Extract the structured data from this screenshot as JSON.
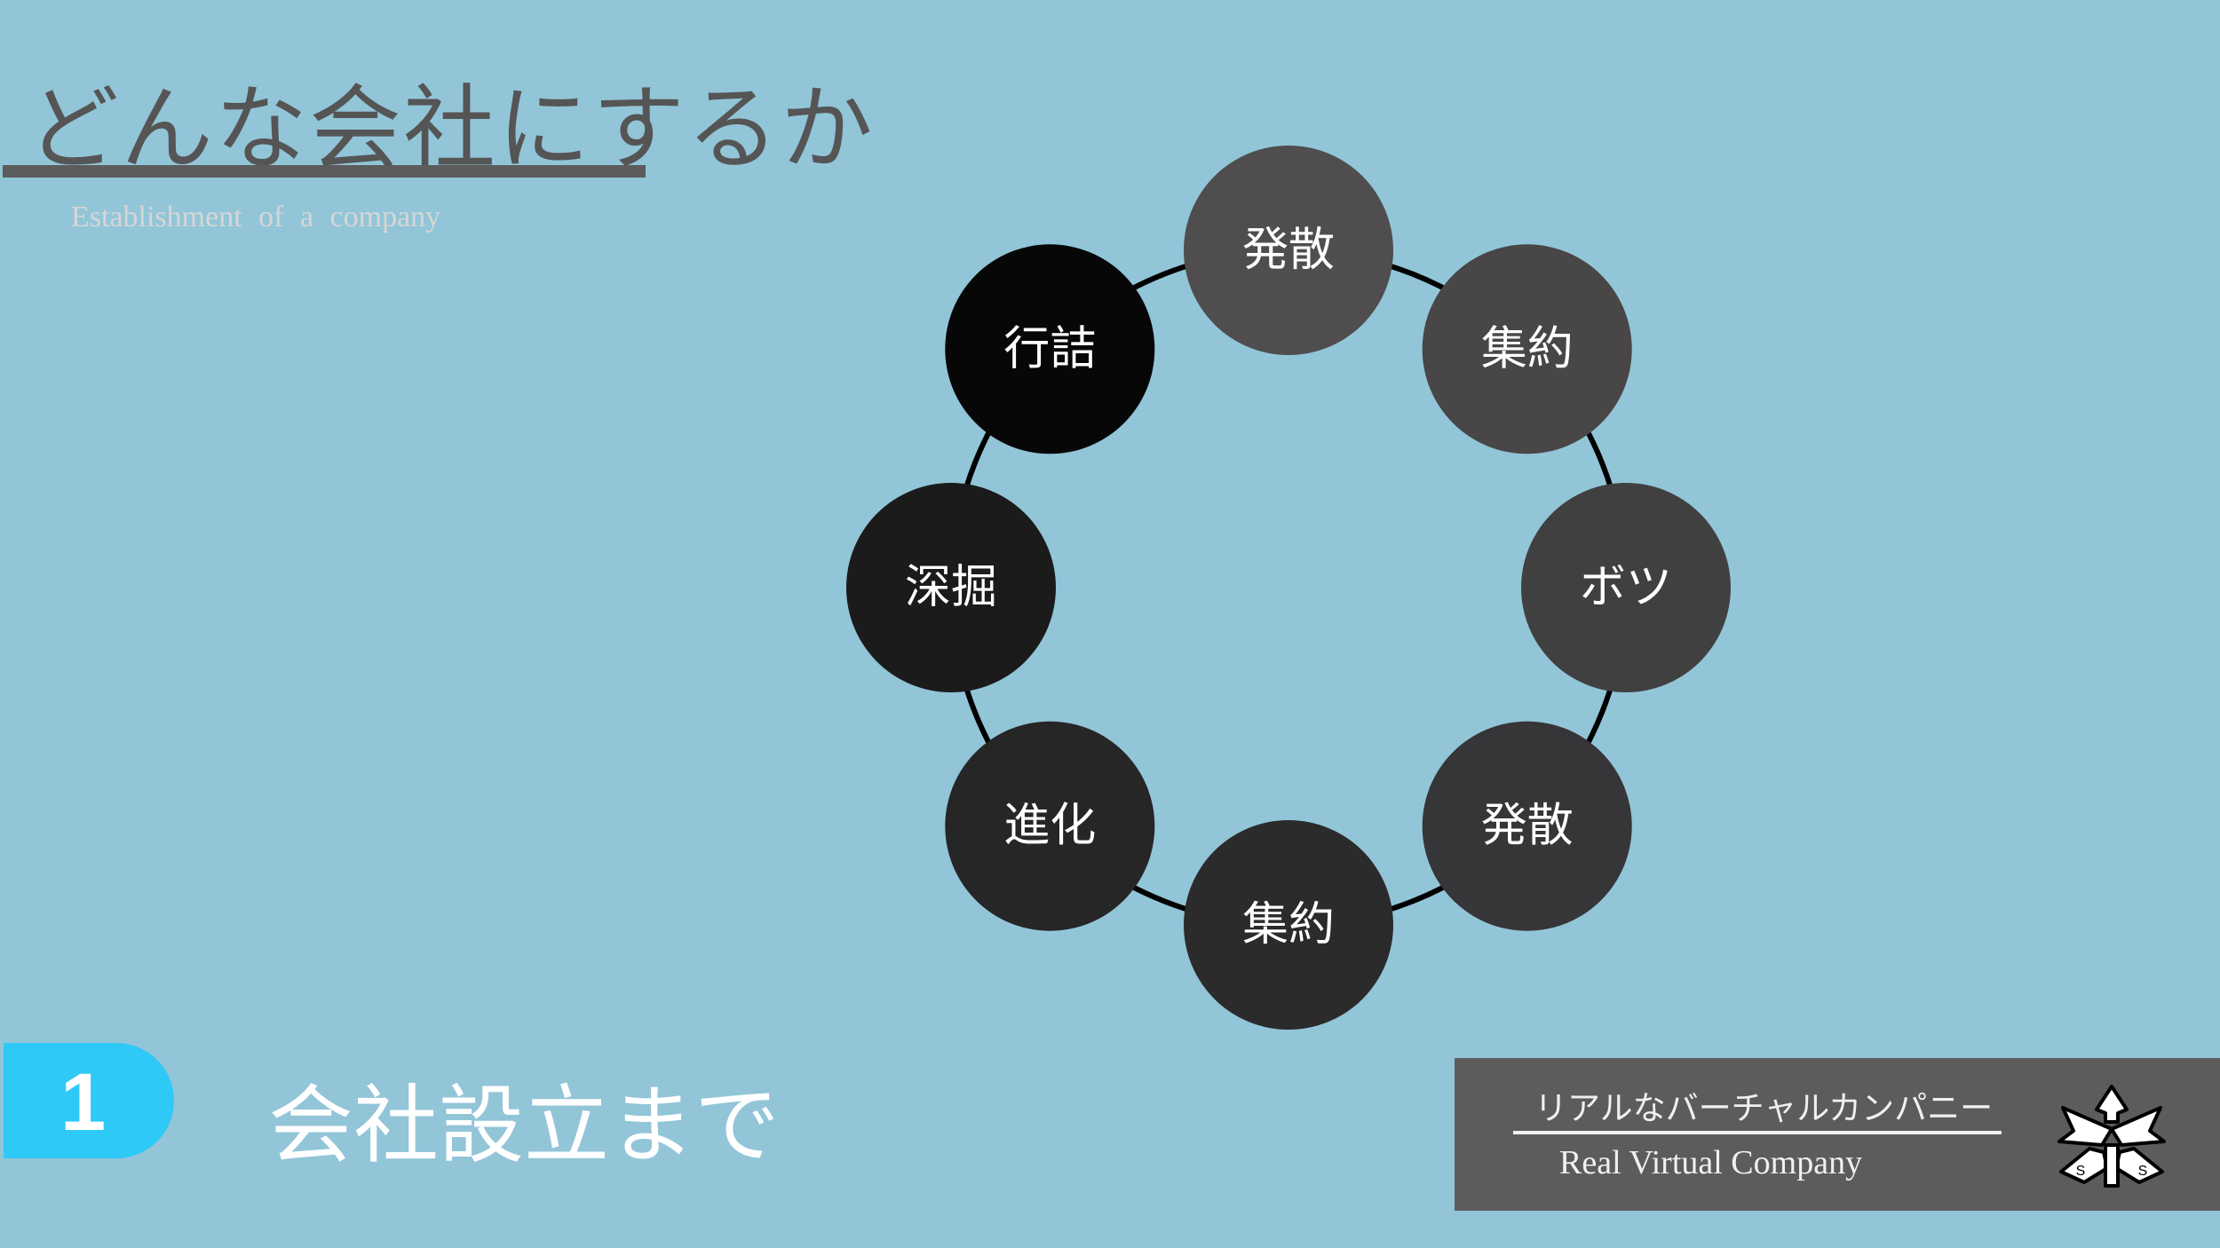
{
  "header": {
    "title": "どんな会社にするか",
    "subtitle": "Establishment of a company"
  },
  "cycle": {
    "nodes": [
      {
        "label": "発散",
        "color": "#4f4d4e"
      },
      {
        "label": "集約",
        "color": "#484646"
      },
      {
        "label": "ボツ",
        "color": "#414041"
      },
      {
        "label": "発散",
        "color": "#363537"
      },
      {
        "label": "集約",
        "color": "#2b2b2b"
      },
      {
        "label": "進化",
        "color": "#262626"
      },
      {
        "label": "深掘",
        "color": "#1b1b1b"
      },
      {
        "label": "行詰",
        "color": "#070707"
      }
    ],
    "ring_color": "#000000"
  },
  "step": {
    "number": "1",
    "label": "会社設立まで",
    "badge_color": "#2ec9f6"
  },
  "brand": {
    "name_ja": "リアルなバーチャルカンパニー",
    "name_en": "Real Virtual Company",
    "logo_icon": "company-emblem-icon",
    "logo_letters": [
      "S",
      "S"
    ]
  },
  "colors": {
    "background": "#92c5d8",
    "title": "#555555",
    "brand_box": "#5c5c5c"
  }
}
